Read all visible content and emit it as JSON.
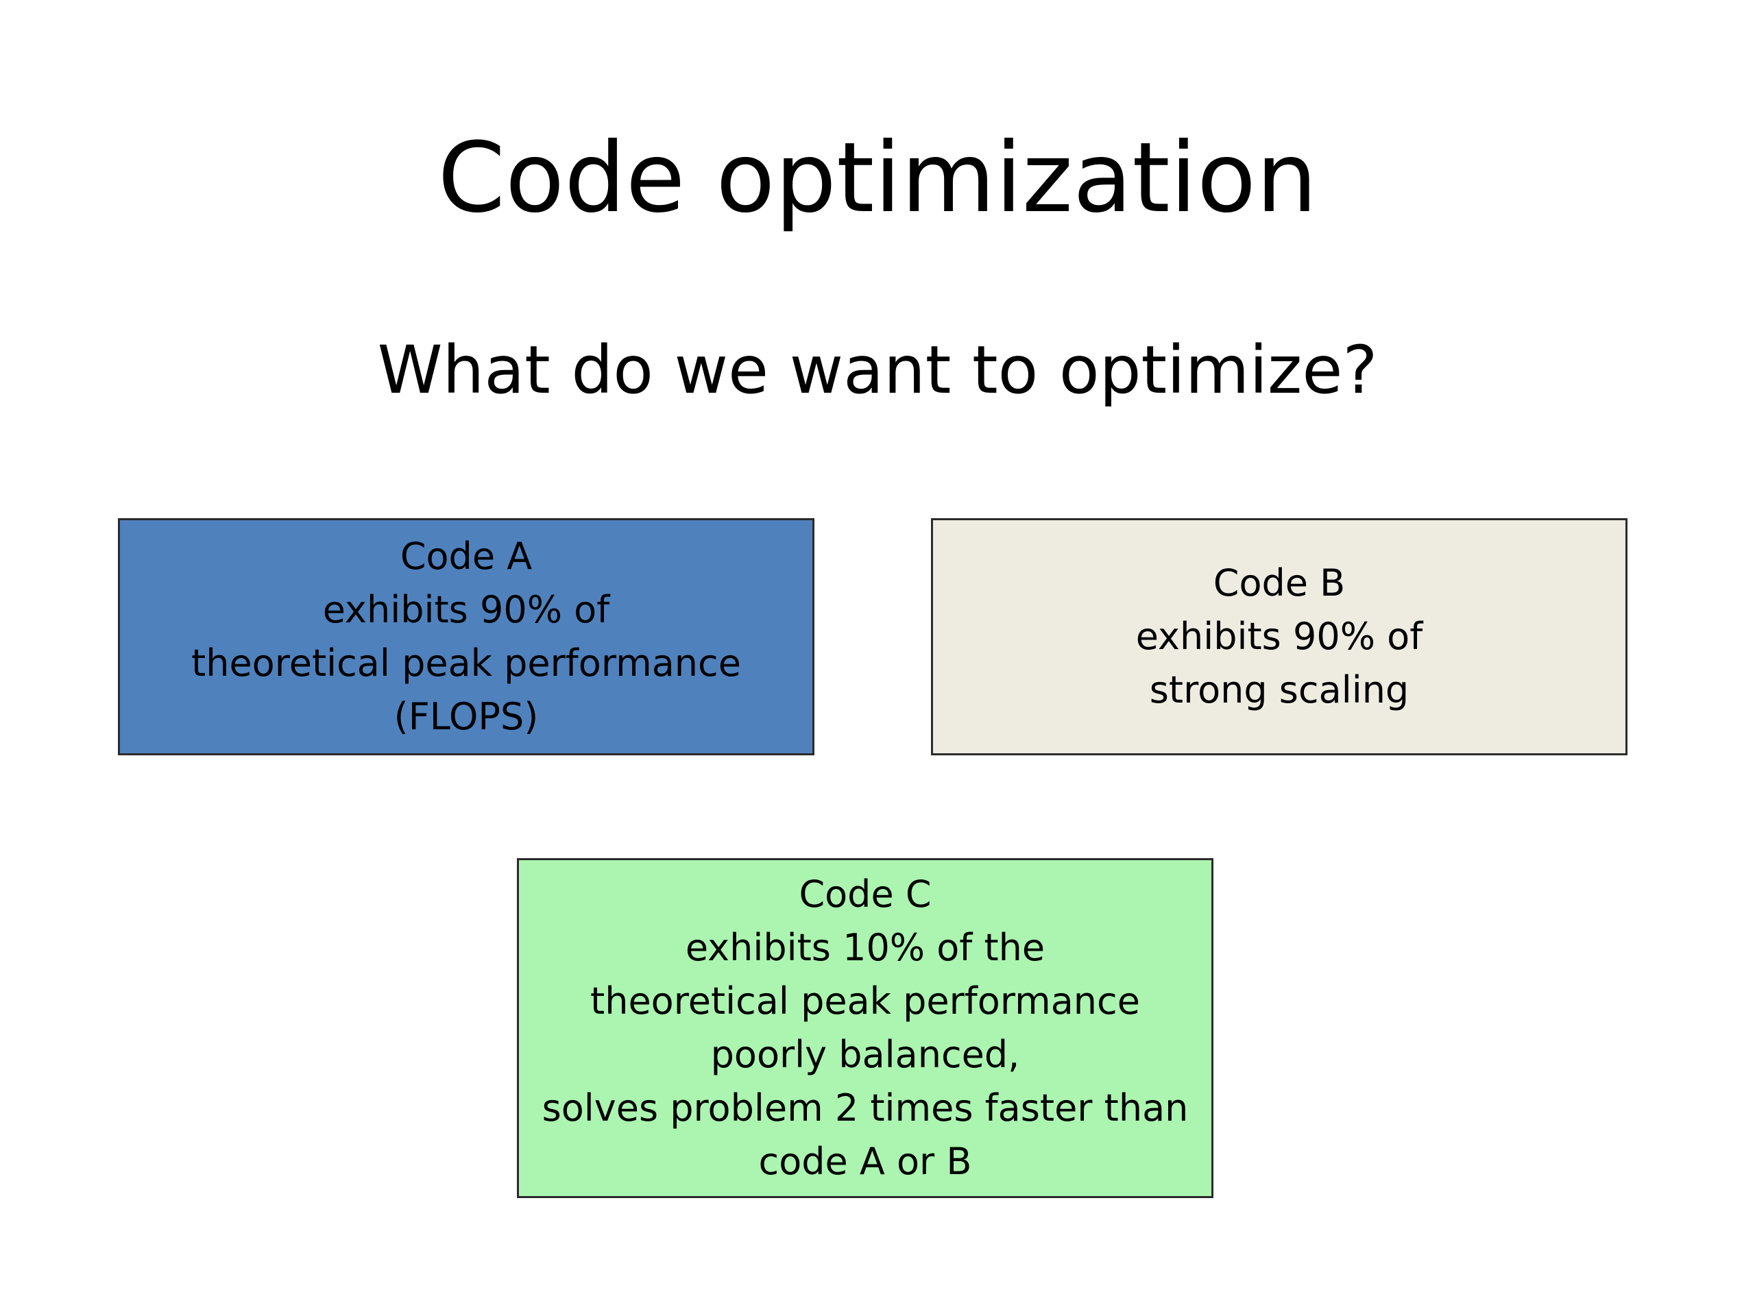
{
  "slide": {
    "title": "Code optimization",
    "subtitle": "What do we want to optimize?",
    "boxes": [
      {
        "id": "code-a",
        "color": "#4f81bd",
        "lines": [
          "Code A",
          "exhibits 90% of",
          "theoretical peak performance",
          "(FLOPS)"
        ]
      },
      {
        "id": "code-b",
        "color": "#eeece1",
        "lines": [
          "Code B",
          "exhibits 90% of",
          "strong scaling"
        ]
      },
      {
        "id": "code-c",
        "color": "#abf5b0",
        "lines": [
          "Code C",
          "exhibits 10% of the",
          "theoretical peak performance",
          "poorly balanced,",
          "solves problem 2 times faster than",
          "code A or B"
        ]
      }
    ]
  }
}
